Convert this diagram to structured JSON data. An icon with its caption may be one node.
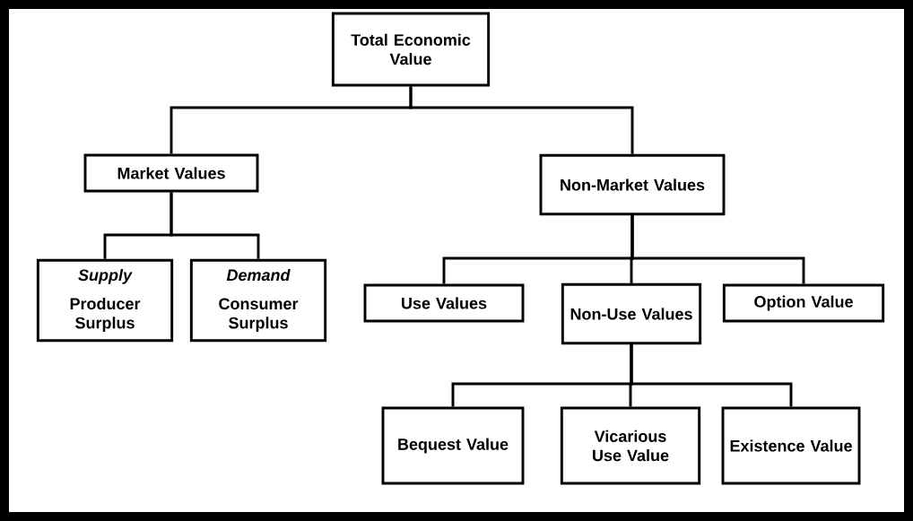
{
  "diagram": {
    "nodes": [
      {
        "text": [
          "Total Economic Value"
        ]
      },
      {
        "text": [
          "Market Values"
        ]
      },
      {
        "text": [
          "Non-Market Values"
        ]
      },
      {
        "text": [
          "Supply",
          "Producer Surplus"
        ]
      },
      {
        "text": [
          "Demand",
          "Consumer Surplus"
        ]
      },
      {
        "text": [
          "Use Values"
        ]
      },
      {
        "text": [
          "Non-Use Values"
        ]
      },
      {
        "text": [
          "Option Value"
        ]
      },
      {
        "text": [
          "Bequest Value"
        ]
      },
      {
        "text": [
          "Vicarious Use Value"
        ]
      },
      {
        "text": [
          "Existence Value"
        ]
      }
    ],
    "edges": [
      {
        "from": 0,
        "to": 1,
        "arrow": "none"
      },
      {
        "from": 0,
        "to": 2,
        "arrow": "none"
      },
      {
        "from": 1,
        "to": 3,
        "arrow": "none"
      },
      {
        "from": 1,
        "to": 4,
        "arrow": "none"
      },
      {
        "from": 2,
        "to": 5,
        "arrow": "none"
      },
      {
        "from": 2,
        "to": 6,
        "arrow": "none"
      },
      {
        "from": 2,
        "to": 7,
        "arrow": "none"
      },
      {
        "from": 6,
        "to": 8,
        "arrow": "none"
      },
      {
        "from": 6,
        "to": 9,
        "arrow": "none"
      },
      {
        "from": 6,
        "to": 10,
        "arrow": "none"
      }
    ]
  }
}
